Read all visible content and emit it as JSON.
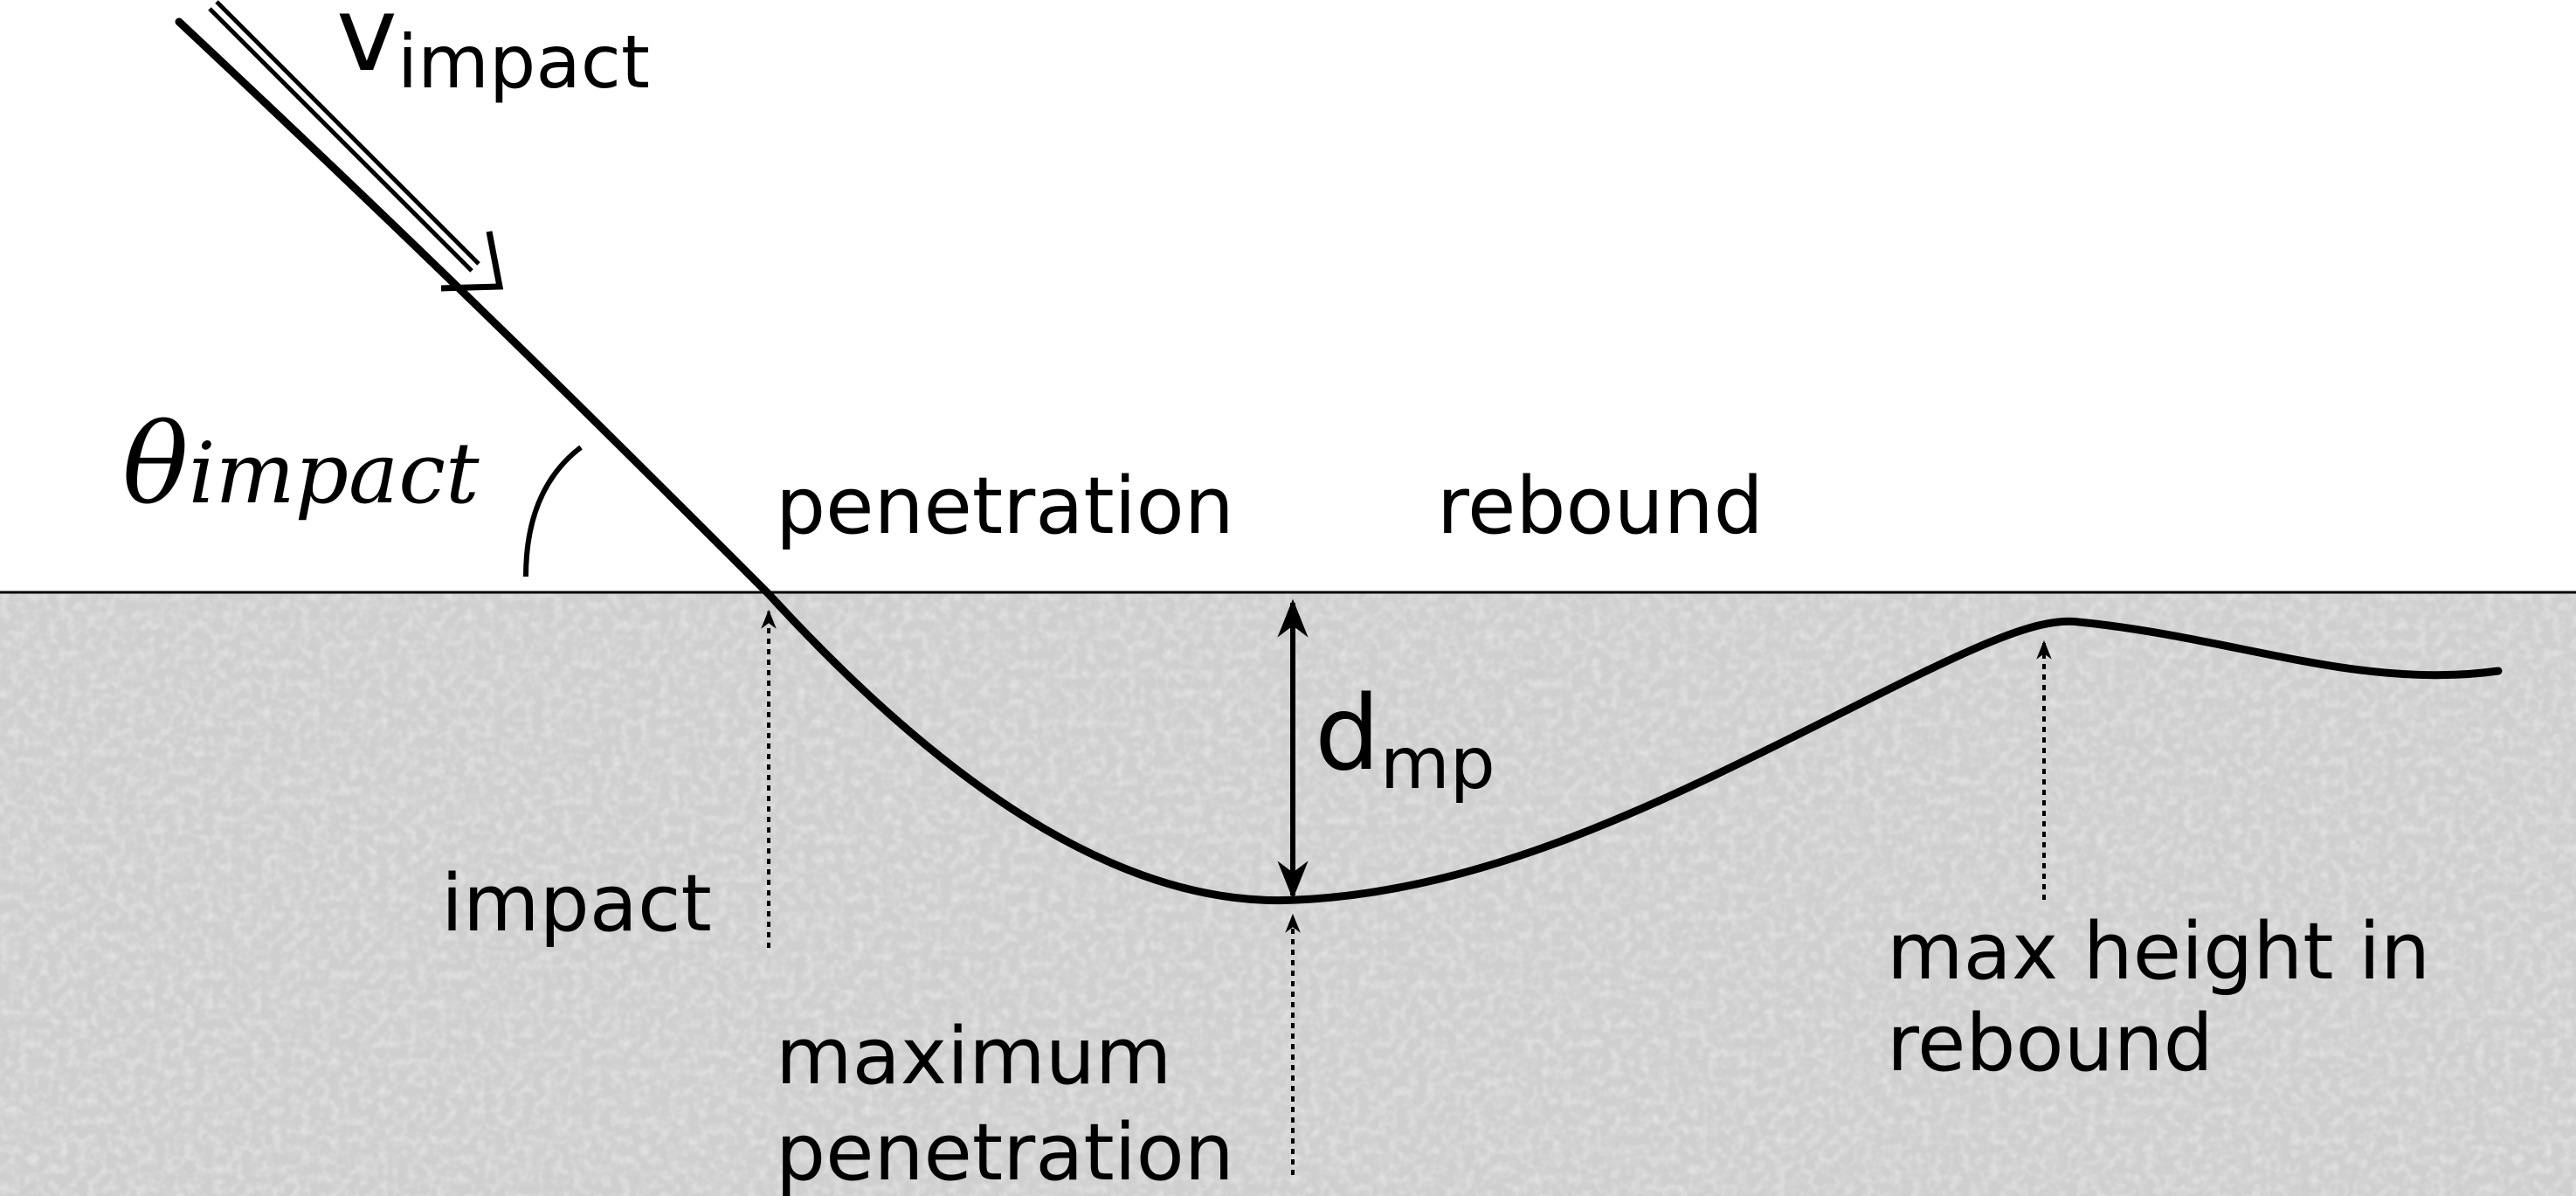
{
  "labels": {
    "velocity_main": "v",
    "velocity_sub": "impact",
    "angle_main": "θ",
    "angle_sub": "impact",
    "penetration": "penetration",
    "rebound": "rebound",
    "depth_main": "d",
    "depth_sub": "mp",
    "impact": "impact",
    "max_pen_line1": "maximum",
    "max_pen_line2": "penetration",
    "max_height_line1": "max height in",
    "max_height_line2": "rebound"
  },
  "colors": {
    "ground": "#cfcfcf",
    "ground_speckle": "#e6e6e6",
    "ink": "#000000"
  }
}
